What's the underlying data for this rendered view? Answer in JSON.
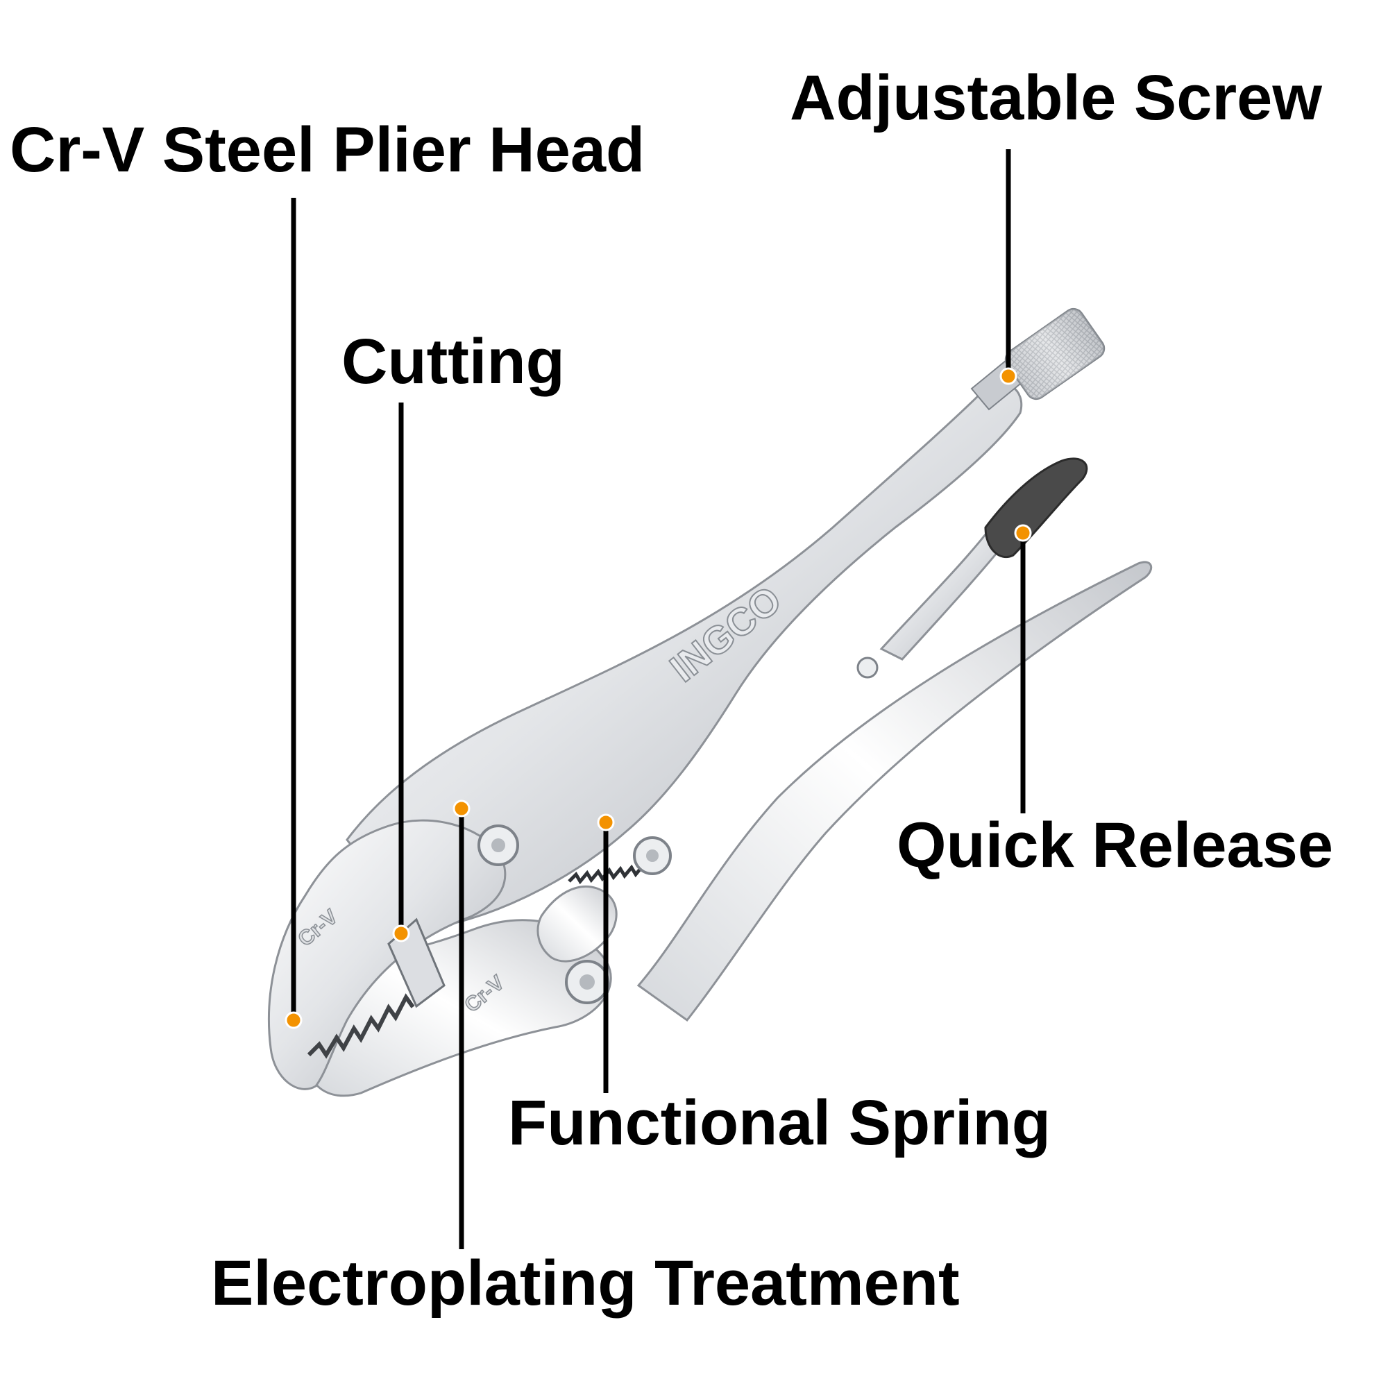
{
  "labels": {
    "crv_head": "Cr-V Steel Plier Head",
    "cutting": "Cutting",
    "adjustable_screw": "Adjustable Screw",
    "quick_release": "Quick Release",
    "functional_spring": "Functional Spring",
    "electroplating": "Electroplating Treatment"
  },
  "tool": {
    "brand": "INGCO",
    "jaw_stamp": "Cr-V"
  },
  "colors": {
    "background": "#ffffff",
    "text": "#000000",
    "leader_line": "#000000",
    "marker_dot": "#f39200",
    "steel_light": "#f2f3f5",
    "steel_mid": "#c9ccd1",
    "steel_dark": "#7d8289",
    "grip": "#4a4a4a"
  }
}
